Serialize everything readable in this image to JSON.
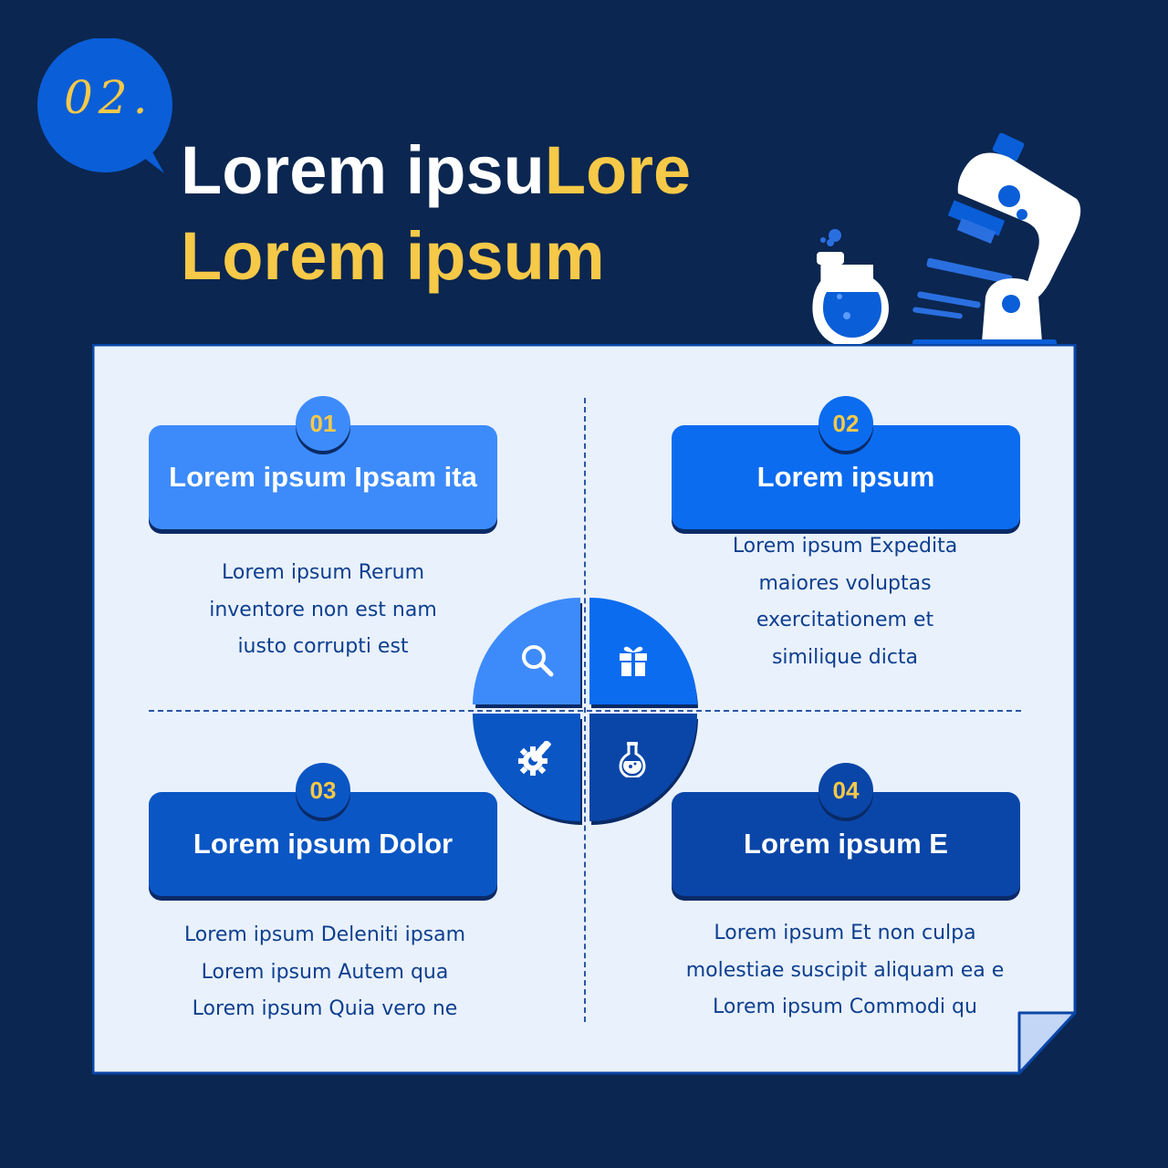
{
  "step_badge": "02.",
  "title": {
    "line1_white": "Lorem ipsu",
    "line1_yellow": "Lore",
    "line2_yellow": "Lorem ipsum"
  },
  "colors": {
    "background": "#0b2650",
    "accent_yellow": "#f7c948",
    "panel": "#e9f1fd",
    "blue_light": "#3d8bfb",
    "blue_bright": "#0b6cf0",
    "blue_medium": "#0a56c4",
    "blue_dark": "#0a46a8"
  },
  "cards": [
    {
      "number": "01",
      "title": "Lorem ipsum Ipsam ita",
      "description": [
        "Lorem ipsum Rerum",
        "inventore non est nam",
        "iusto corrupti est"
      ]
    },
    {
      "number": "02",
      "title": "Lorem ipsum",
      "description": [
        "Lorem ipsum Expedita",
        "maiores voluptas",
        "exercitationem et",
        "similique dicta"
      ]
    },
    {
      "number": "03",
      "title": "Lorem ipsum Dolor",
      "description": [
        "Lorem ipsum Deleniti ipsam",
        "Lorem ipsum Autem qua",
        "Lorem ipsum Quia vero ne"
      ]
    },
    {
      "number": "04",
      "title": "Lorem ipsum E",
      "description": [
        "Lorem ipsum Et non culpa",
        "molestiae suscipit aliquam ea e",
        "Lorem ipsum Commodi qu"
      ]
    }
  ],
  "center_icons": [
    "search-icon",
    "gift-icon",
    "gear-brush-icon",
    "flask-icon"
  ]
}
